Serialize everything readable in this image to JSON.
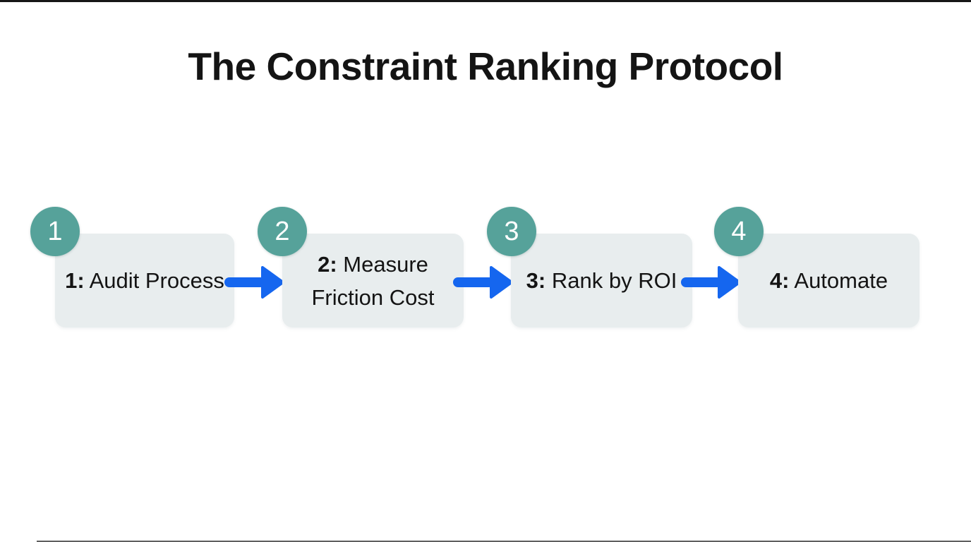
{
  "title": "The Constraint Ranking Protocol",
  "colors": {
    "badge": "#56a29a",
    "arrow": "#1566ef",
    "box": "#e8edee",
    "text": "#141414",
    "bg": "#ffffff"
  },
  "steps": [
    {
      "badge": "1",
      "prefix": "1:",
      "label": "Audit Process"
    },
    {
      "badge": "2",
      "prefix": "2:",
      "label": "Measure Friction Cost"
    },
    {
      "badge": "3",
      "prefix": "3:",
      "label": "Rank by ROI"
    },
    {
      "badge": "4",
      "prefix": "4:",
      "label": "Automate"
    }
  ],
  "arrows": [
    {
      "icon": "right-arrow-icon"
    },
    {
      "icon": "right-arrow-icon"
    },
    {
      "icon": "right-arrow-icon"
    }
  ]
}
